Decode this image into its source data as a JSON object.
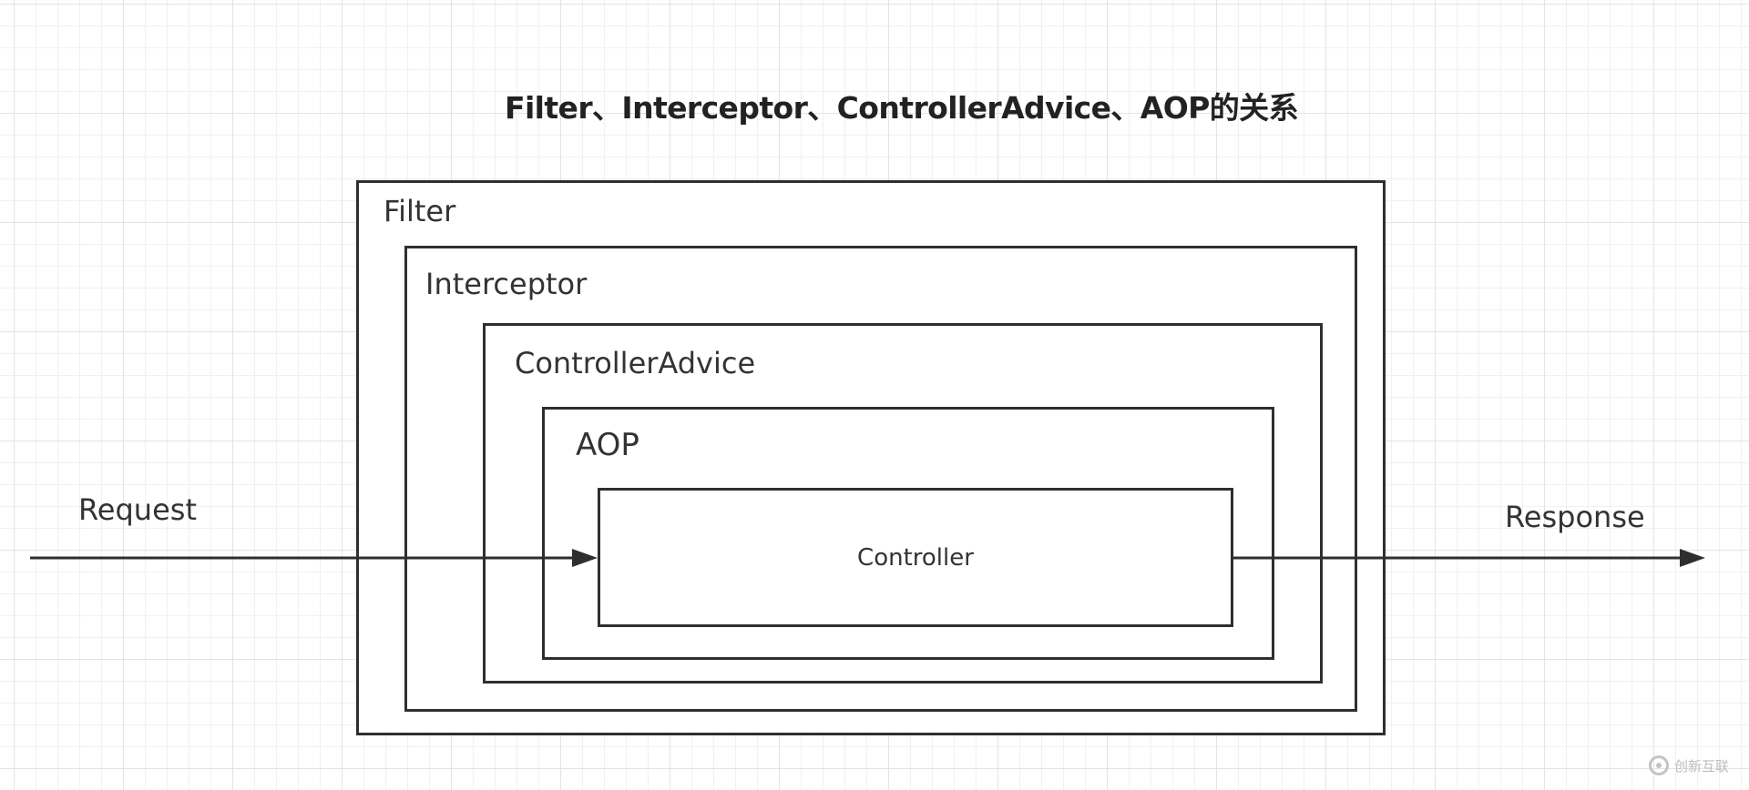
{
  "title": "Filter、Interceptor、ControllerAdvice、AOP的关系",
  "layers": {
    "filter": "Filter",
    "interceptor": "Interceptor",
    "controller_advice": "ControllerAdvice",
    "aop": "AOP",
    "controller": "Controller"
  },
  "flow": {
    "request": "Request",
    "response": "Response"
  },
  "watermark": {
    "text": "创新互联",
    "icon": "logo-icon"
  },
  "colors": {
    "stroke": "#2f2f2f",
    "text": "#333333"
  }
}
